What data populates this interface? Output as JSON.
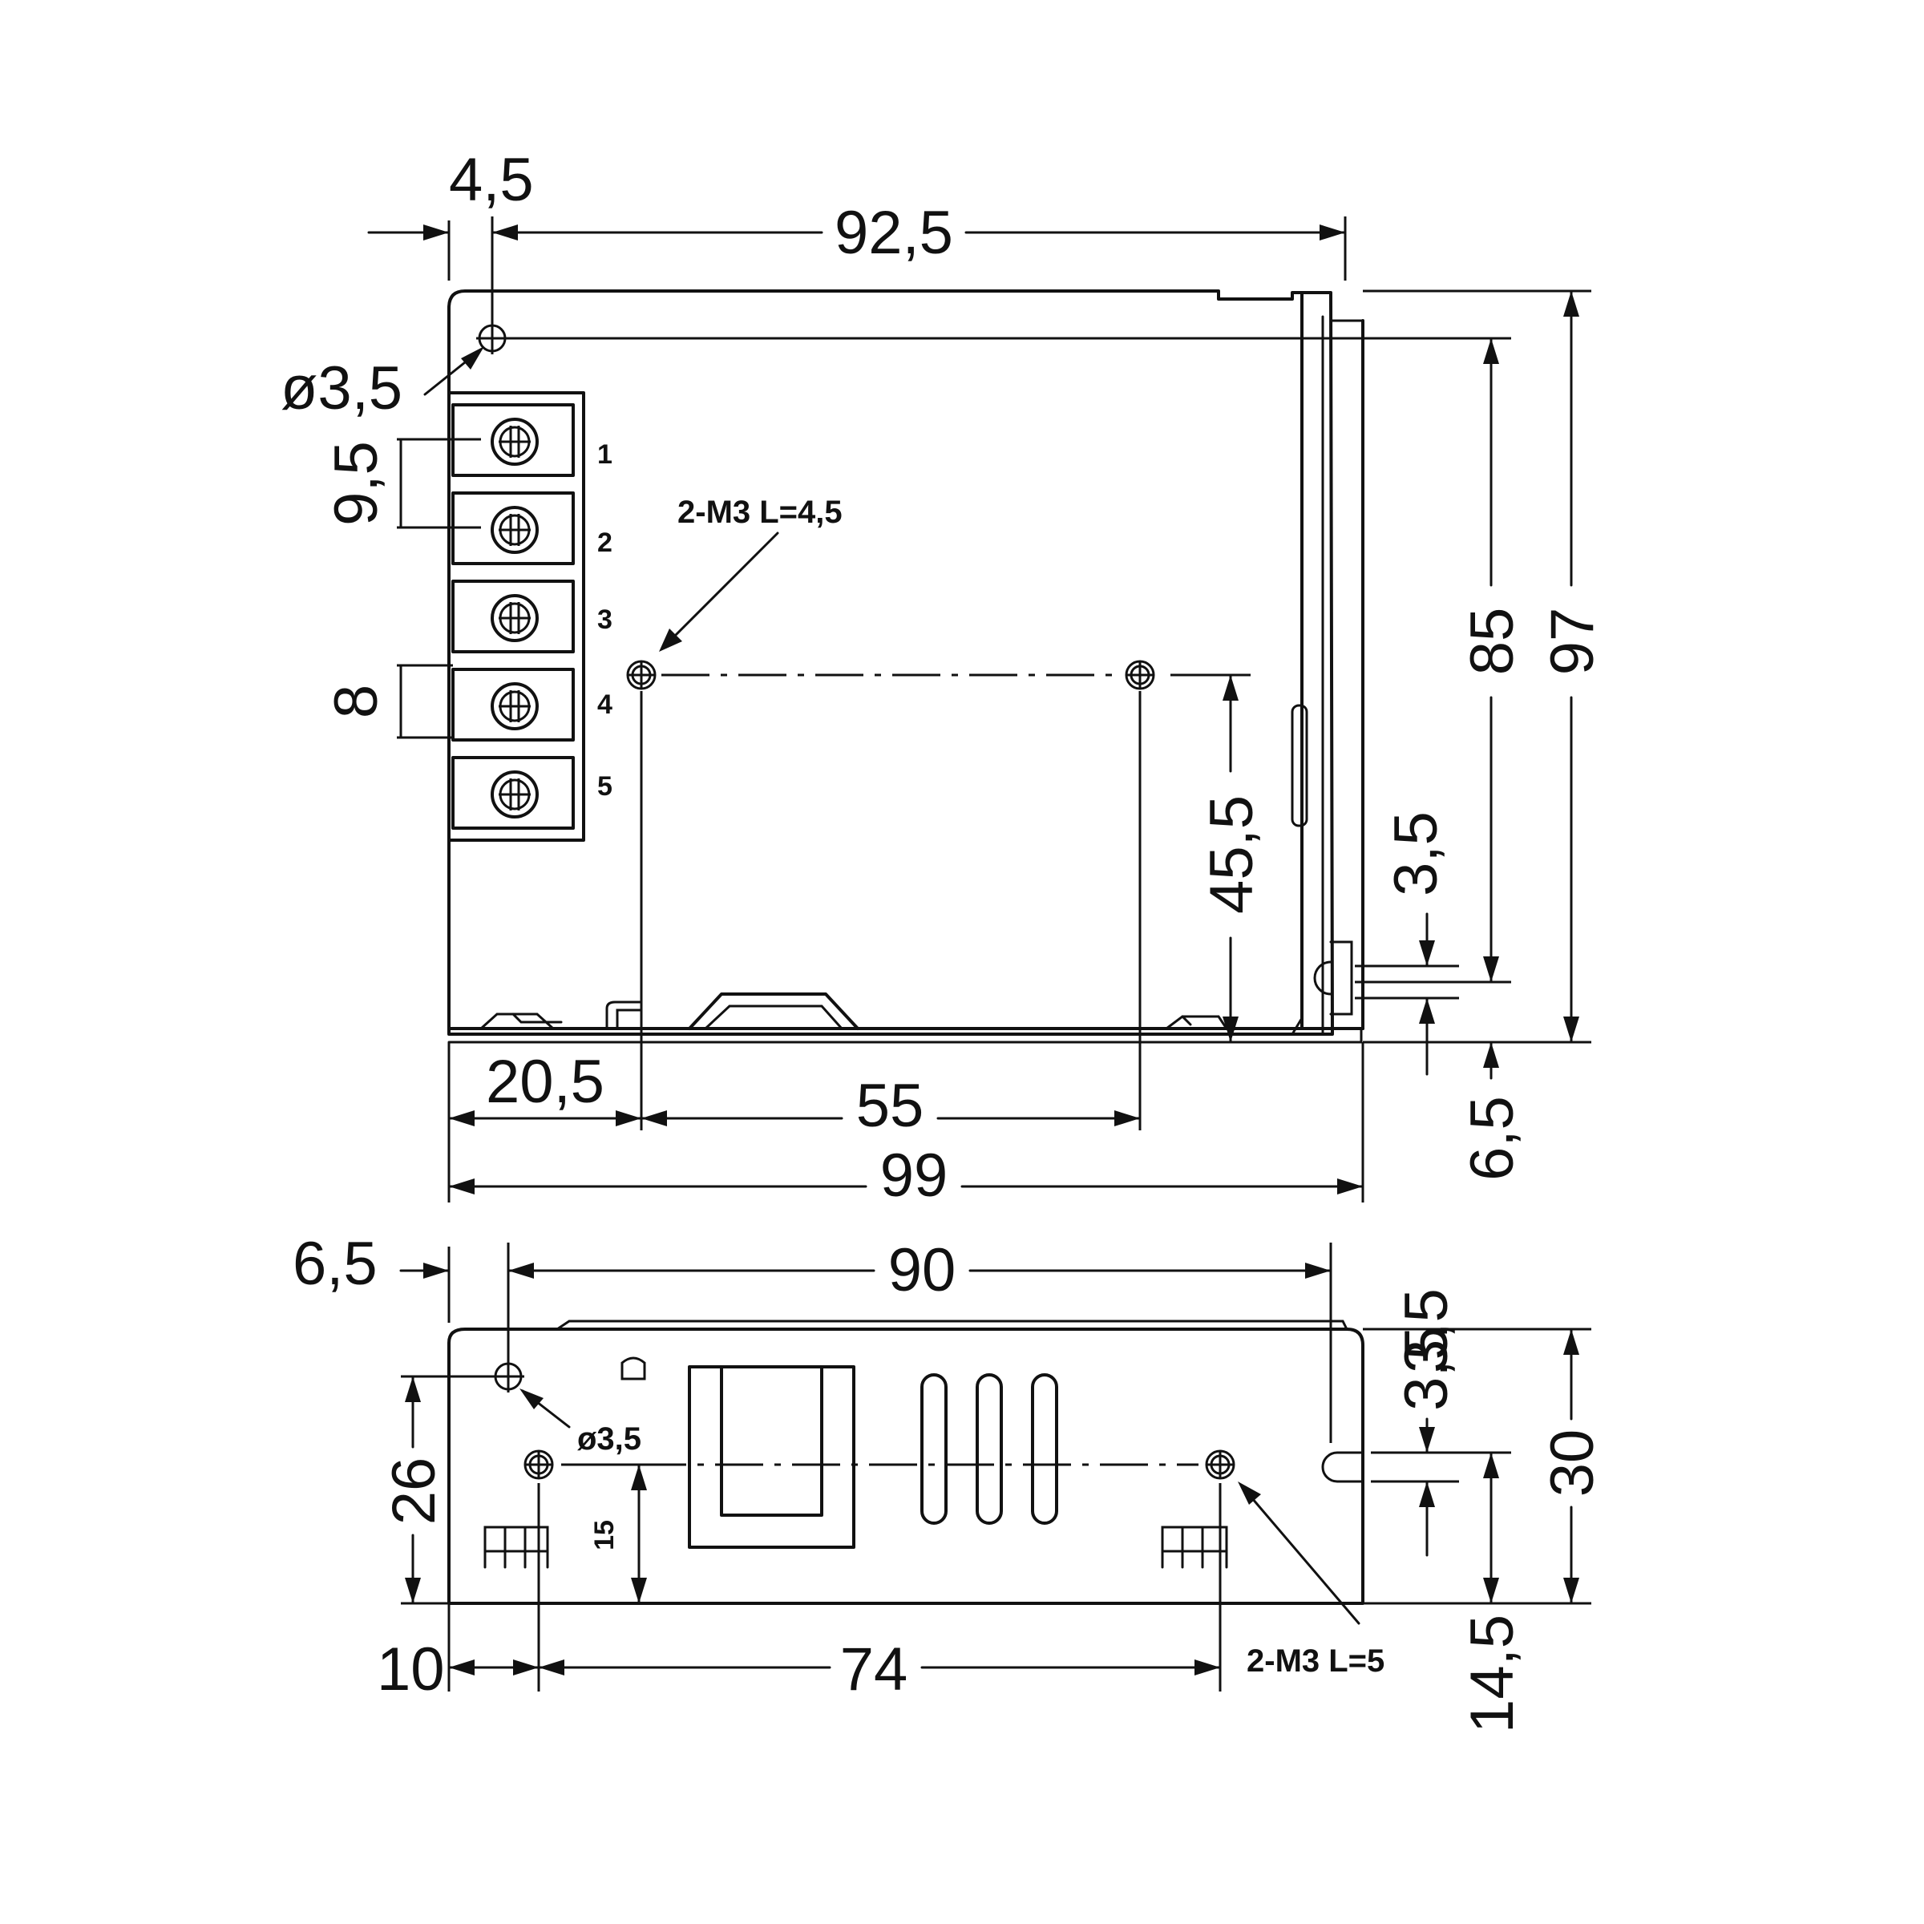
{
  "top_view": {
    "dims": {
      "hole_offset": "4,5",
      "hole_span": "92,5",
      "hole_dia": "ø3,5",
      "terminal_pitch": "9,5",
      "terminal_width": "8",
      "mount_note": "2-M3 L=4,5",
      "mount_height": "45,5",
      "inner_height": "85",
      "total_height": "97",
      "bracket_slot": "3,5",
      "bracket_offset": "6,5",
      "mount_offset": "20,5",
      "mount_span": "55",
      "total_width": "99"
    },
    "terminals": [
      "1",
      "2",
      "3",
      "4",
      "5"
    ]
  },
  "side_view": {
    "dims": {
      "hole_offset": "6,5",
      "hole_span": "90",
      "hole_dia": "ø3,5",
      "hole_height": "26",
      "mount_height": "15",
      "slot_top": "3,5",
      "slot_bottom": "3,5",
      "total_height": "30",
      "slot_height": "14,5",
      "mount_offset": "10",
      "mount_span": "74",
      "mount_note": "2-M3 L=5"
    }
  }
}
